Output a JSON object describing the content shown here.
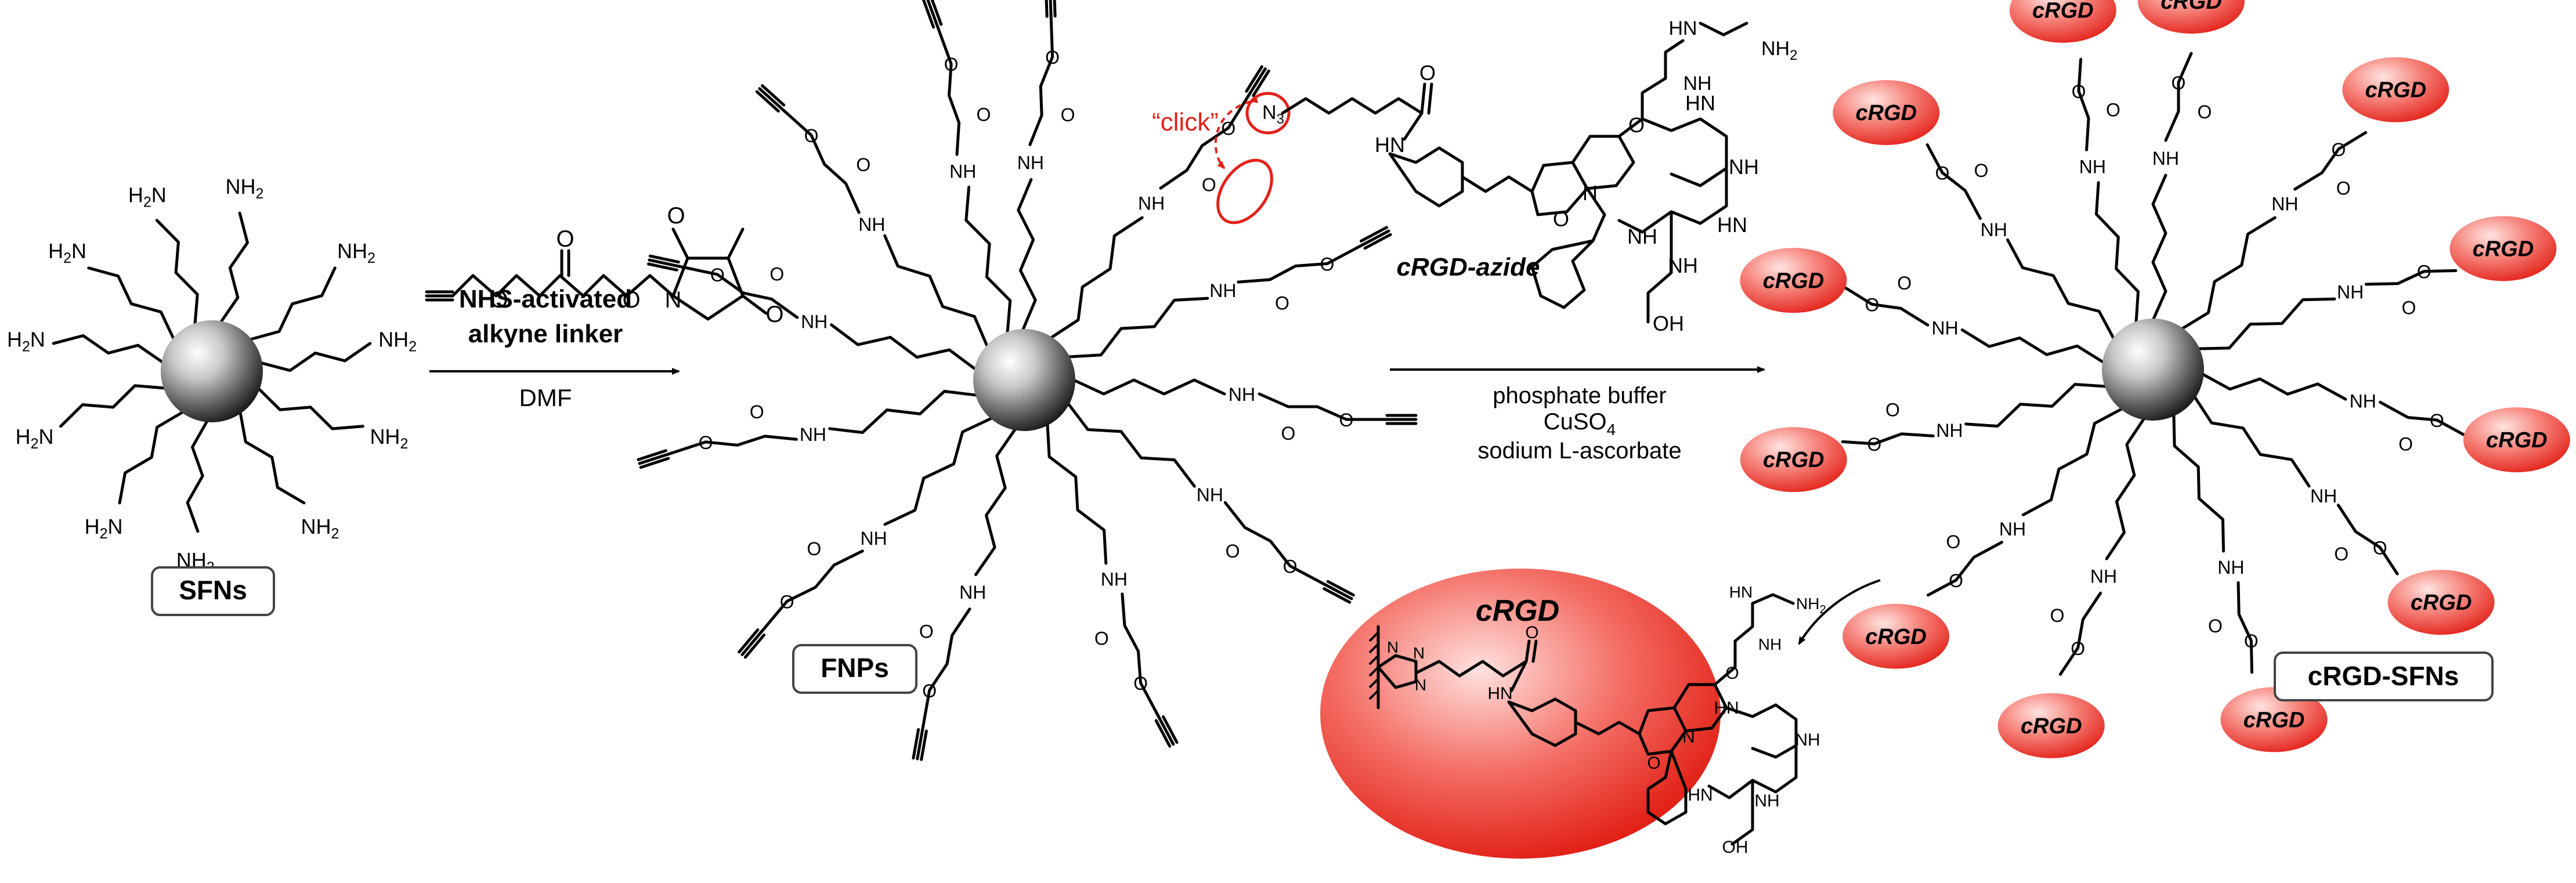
{
  "labels": {
    "sfns": "SFNs",
    "fnps": "FNPs",
    "crgd_sfns": "cRGD-SFNs",
    "crgd_azide": "cRGD-azide",
    "click": "“click”",
    "crgd_bubble": "cRGD",
    "crgd_big": "cRGD"
  },
  "step1": {
    "reagent_line1": "NHS-activated",
    "reagent_line2": "alkyne linker",
    "solvent": "DMF"
  },
  "step2": {
    "line1": "phosphate buffer",
    "line2": "CuSO",
    "line2_sub": "4",
    "line3": "sodium L-ascorbate"
  },
  "atoms": {
    "nh2": "NH",
    "h2n": "H",
    "two": "2",
    "n": "N",
    "nh": "NH",
    "hn": "HN",
    "o": "O",
    "oh": "OH",
    "n3": "N",
    "three": "3",
    "h": "H"
  },
  "colors": {
    "accent": "#e32119",
    "bubble_light": "#ffd6d3",
    "bubble_dark": "#e6231a",
    "sphere_light": "#ffffff",
    "sphere_dark": "#1e1e1e"
  }
}
